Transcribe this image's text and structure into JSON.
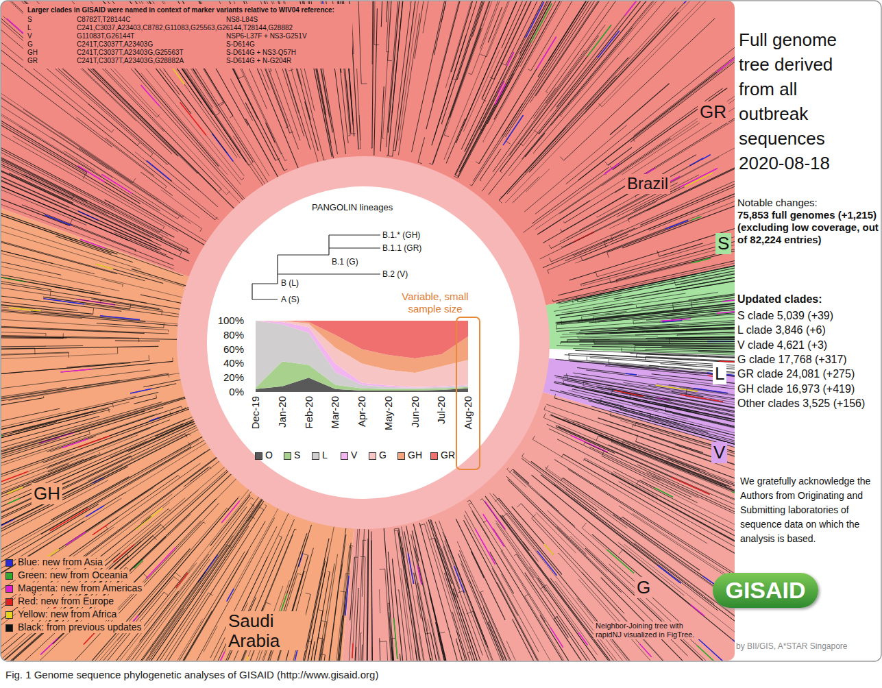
{
  "diagram": {
    "title": "Full genome tree derived from all outbreak sequences 2020-08-18",
    "caption": "Fig. 1 Genome sequence phylogenetic analyses of GISAID (http://www.gisaid.org)",
    "nodes": [
      {
        "text": [
          "GISAID"
        ]
      }
    ],
    "labels": [
      "Larger clades in GISAID were named in context of marker variants relative to WIV04 reference:",
      "S",
      "C8782T,T28144C",
      "NS8-L84S",
      "L",
      "C241,C3037,A23403,C8782,G11083,G25563,G26144,T28144,G28882",
      "V",
      "G11083T,G26144T",
      "NSP6-L37F + NS3-G251V",
      "G",
      "C241T,C3037T,A23403G",
      "S-D614G",
      "GH",
      "C241T,C3037T,A23403G,G25563T",
      "S-D614G + NS3-Q57H",
      "GR",
      "C241T,C3037T,A23403G,G28882A",
      "S-D614G + N-G204R",
      "GR",
      "Brazil",
      "S",
      "L",
      "V",
      "G",
      "GH",
      "Saudi Arabia",
      "Notable changes:",
      "75,853 full genomes (+1,215) (excluding low coverage, out of 82,224 entries)",
      "Updated clades:",
      "S clade 5,039 (+39)",
      "L clade 3,846 (+6)",
      "V clade 4,621 (+3)",
      "G clade 17,768 (+317)",
      "GR clade 24,081 (+275)",
      "GH clade 16,973 (+419)",
      "Other clades 3,525 (+156)",
      "We gratefully acknowledge the Authors from Originating and Submitting laboratories of sequence data on which the analysis is based.",
      "Neighbor-Joining tree with rapidNJ visualized in FigTree.",
      "by BII/GIS, A*STAR Singapore",
      "PANGOLIN lineages",
      "B.1.* (GH)",
      "B.1.1 (GR)",
      "B.1 (G)",
      "B.2 (V)",
      "B (L)",
      "A (S)",
      "Variable, small sample size",
      "100%",
      "80%",
      "60%",
      "40%",
      "20%",
      "0%",
      "Dec-19",
      "Jan-20",
      "Feb-20",
      "Mar-20",
      "Apr-20",
      "May-20",
      "Jun-20",
      "Jul-20",
      "Aug-20"
    ],
    "legend": [
      {
        "text": "Blue: new from Asia",
        "color": "#2b2bd6"
      },
      {
        "text": "Green: new from Oceania",
        "color": "#2ea82e"
      },
      {
        "text": "Magenta: new from Americas",
        "color": "#e020d0"
      },
      {
        "text": "Red: new from Europe",
        "color": "#e02020"
      },
      {
        "text": "Yellow: new from Africa",
        "color": "#e8d21e"
      },
      {
        "text": "Black: from previous updates",
        "color": "#111111"
      },
      {
        "text": "O",
        "color": "#595959"
      },
      {
        "text": "S",
        "color": "#a9d18e"
      },
      {
        "text": "L",
        "color": "#d0cece"
      },
      {
        "text": "V",
        "color": "#f3b5f0"
      },
      {
        "text": "G",
        "color": "#f7c6c4"
      },
      {
        "text": "GH",
        "color": "#f4a47c"
      },
      {
        "text": "GR",
        "color": "#f07070"
      }
    ]
  }
}
